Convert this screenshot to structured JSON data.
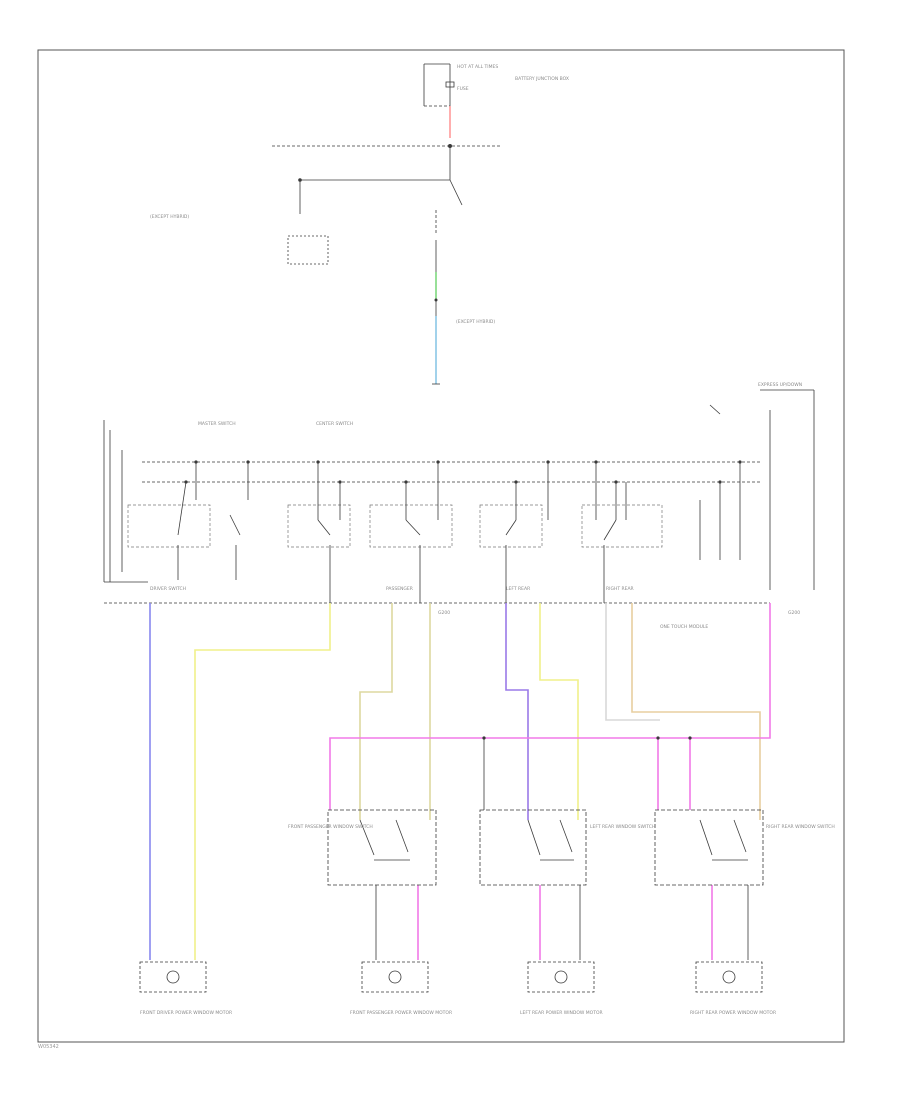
{
  "labels": {
    "hot_at_all_times": "HOT AT ALL TIMES",
    "fuse": "FUSE",
    "power_distribution_box": "BATTERY JUNCTION BOX",
    "ground_note": "(EXCEPT HYBRID)",
    "driver_switch": "DRIVER SWITCH",
    "passenger": "PASSENGER",
    "left_rear": "LEFT REAR",
    "right_rear": "RIGHT REAR",
    "master_switch": "MASTER SWITCH",
    "center_switch": "CENTER SWITCH",
    "ground_g": "G200",
    "express_unit": "EXPRESS UP/DOWN",
    "one_touch_module": "ONE TOUCH MODULE",
    "front_passenger_switch": "FRONT PASSENGER WINDOW SWITCH",
    "left_rear_switch": "LEFT REAR WINDOW SWITCH",
    "right_rear_switch": "RIGHT REAR WINDOW SWITCH",
    "motor_driver": "FRONT DRIVER POWER WINDOW MOTOR",
    "motor_passenger": "FRONT PASSENGER POWER WINDOW MOTOR",
    "motor_left_rear": "LEFT REAR POWER WINDOW MOTOR",
    "motor_right_rear": "RIGHT REAR POWER WINDOW MOTOR",
    "footer_code": "W05342"
  },
  "wire_colors": {
    "red": "#ff9a9a",
    "green": "#7ed87e",
    "blue_green": "#8ac6e6",
    "blue": "#8888ee",
    "yellow": "#f0f08a",
    "dark_yellow": "#ddd8a0",
    "tan": "#e8cfa0",
    "pink": "#f27ae8",
    "violet": "#9a7ae8",
    "white": "#d8d8d8",
    "line": "#3a3a3a"
  }
}
